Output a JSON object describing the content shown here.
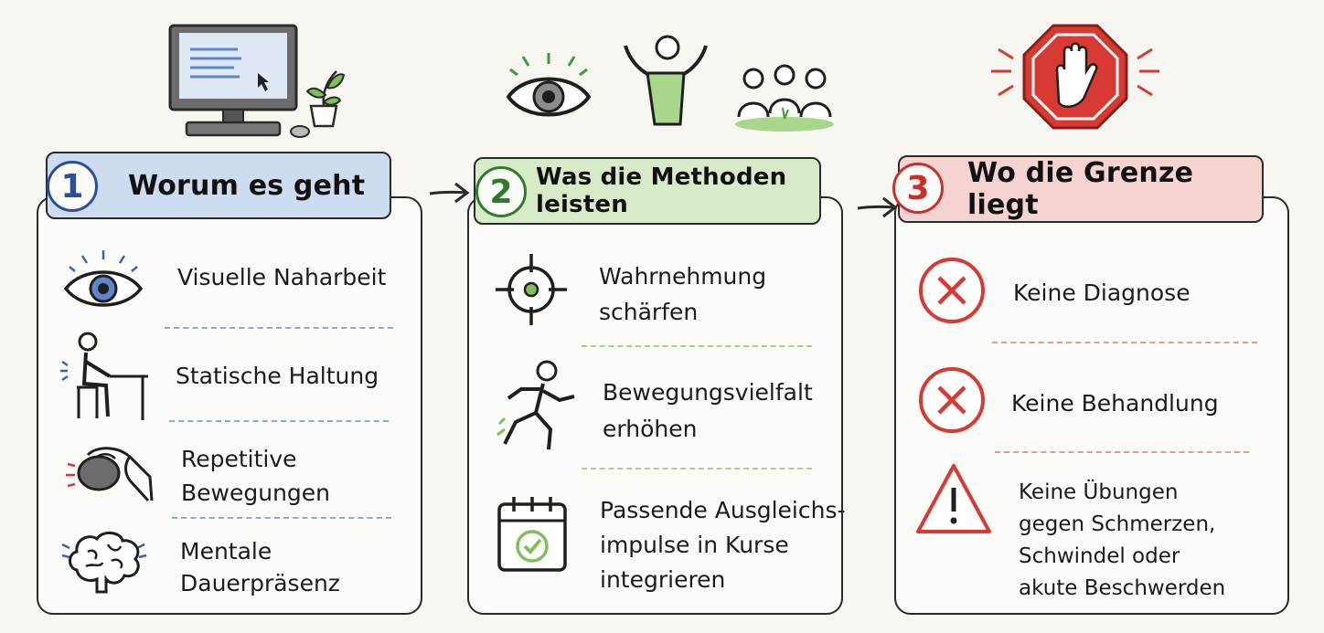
{
  "sections": [
    {
      "number": "1",
      "title": "Worum es geht",
      "items": [
        {
          "icon": "eye-icon",
          "label": "Visuelle Naharbeit"
        },
        {
          "icon": "seated-person-icon",
          "label": "Statische Haltung"
        },
        {
          "icon": "hand-mouse-icon",
          "label": "Repetitive\nBewegungen"
        },
        {
          "icon": "brain-icon",
          "label": "Mentale\nDauerpräsenz"
        }
      ]
    },
    {
      "number": "2",
      "title": "Was die Methoden leisten",
      "items": [
        {
          "icon": "target-icon",
          "label": "Wahrnehmung\nschärfen"
        },
        {
          "icon": "running-person-icon",
          "label": "Bewegungsvielfalt\nerhöhen"
        },
        {
          "icon": "calendar-check-icon",
          "label": "Passende Ausgleichs-\nimpulse in Kurse\nintegrieren"
        }
      ]
    },
    {
      "number": "3",
      "title": "Wo die Grenze liegt",
      "items": [
        {
          "icon": "x-circle-icon",
          "label": "Keine Diagnose"
        },
        {
          "icon": "x-circle-icon",
          "label": "Keine Behandlung"
        },
        {
          "icon": "warning-triangle-icon",
          "label": "Keine Übungen\ngegen Schmerzen,\nSchwindel oder\nakute Beschwerden"
        }
      ]
    }
  ],
  "header_icons": [
    "computer-monitor-icon",
    "plant-icon",
    "eye-icon",
    "stretching-person-icon",
    "group-icon",
    "stop-hand-icon"
  ],
  "colors": {
    "blue": "#2b4d9a",
    "green": "#2f7a2c",
    "red": "#c9302c",
    "blue_bg": "#cddcf0",
    "green_bg": "#d8ebc9",
    "red_bg": "#f4d3d0"
  }
}
